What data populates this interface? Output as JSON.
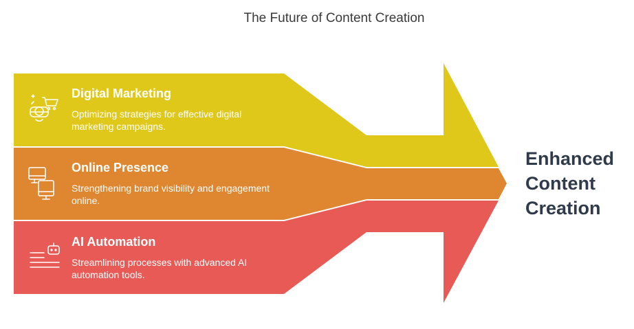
{
  "title": "The Future of Content Creation",
  "bands": [
    {
      "heading": "Digital Marketing",
      "description": "Optimizing strategies for effective digital marketing campaigns.",
      "color": "#dfc81a",
      "icon": "vr-shopping-cart-icon"
    },
    {
      "heading": "Online Presence",
      "description": "Strengthening brand visibility and engagement online.",
      "color": "#df8630",
      "icon": "monitors-icon"
    },
    {
      "heading": "AI Automation",
      "description": "Streamlining processes with advanced AI automation tools.",
      "color": "#e85a56",
      "icon": "robot-list-icon"
    }
  ],
  "outcome": {
    "lines": [
      "Enhanced",
      "Content",
      "Creation"
    ]
  }
}
